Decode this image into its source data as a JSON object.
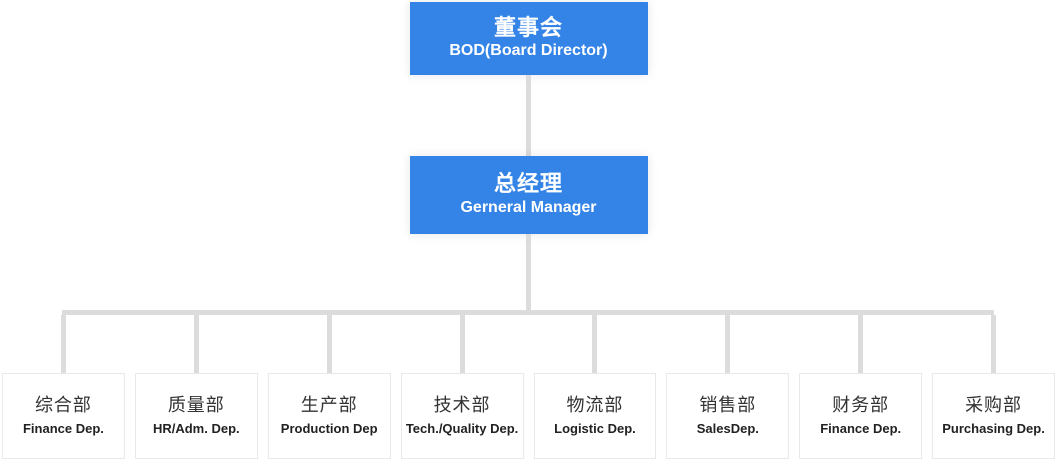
{
  "chart": {
    "type": "org-chart",
    "nodes": {
      "board": {
        "zh": "董事会",
        "en": "BOD(Board Director)"
      },
      "general_manager": {
        "zh": "总经理",
        "en": "Gerneral Manager"
      }
    },
    "departments": [
      {
        "zh": "综合部",
        "en": "Finance Dep."
      },
      {
        "zh": "质量部",
        "en": "HR/Adm. Dep."
      },
      {
        "zh": "生产部",
        "en": "Production Dep"
      },
      {
        "zh": "技术部",
        "en": "Tech./Quality Dep."
      },
      {
        "zh": "物流部",
        "en": "Logistic Dep."
      },
      {
        "zh": "销售部",
        "en": "SalesDep."
      },
      {
        "zh": "财务部",
        "en": "Finance Dep."
      },
      {
        "zh": "采购部",
        "en": "Purchasing Dep."
      }
    ],
    "colors": {
      "node_accent": "#3484E8",
      "node_text": "#FFFFFF",
      "connector": "#DCDCDC",
      "department_border": "#E9E9E9",
      "department_text_zh": "#333333",
      "department_text_en": "#222222",
      "background": "#FFFFFF"
    }
  }
}
